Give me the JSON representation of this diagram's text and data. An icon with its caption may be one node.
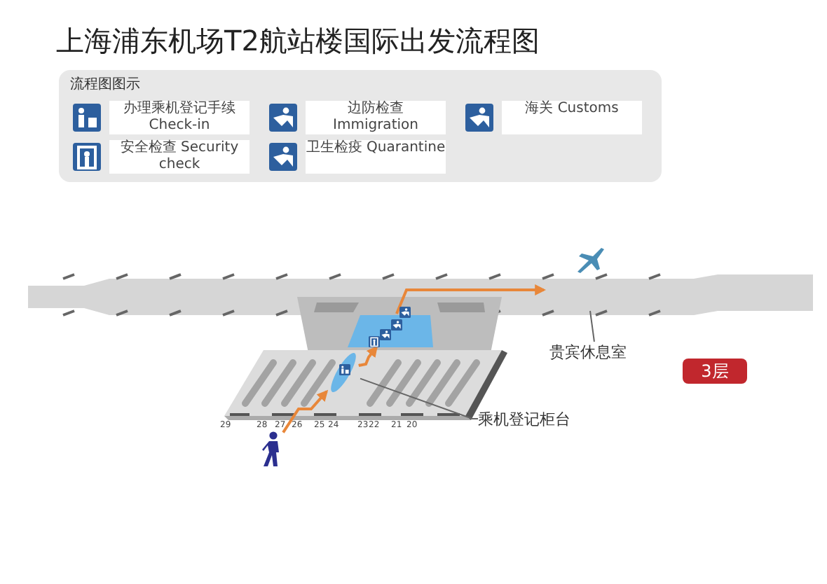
{
  "diagram": {
    "title": "上海浦东机场T2航站楼国际出发流程图",
    "nodes": [
      {
        "text": [],
        "shape": "box"
      },
      {
        "text": [
          "贵宾休息室"
        ]
      },
      {
        "text": [],
        "shape": "circle"
      },
      {
        "text": [
          "乘机登记柜台"
        ]
      },
      {
        "text": [],
        "shape": "person"
      }
    ],
    "edges": [
      {
        "from": 4,
        "to": 2,
        "arrow": "to",
        "color": "#e8873a"
      },
      {
        "from": 2,
        "to": 0,
        "arrow": "to",
        "color": "#e8873a"
      },
      {
        "from": 0,
        "to": null,
        "arrow": "to",
        "color": "#e8873a"
      },
      {
        "from": 1,
        "to": null,
        "arrow": "none",
        "color": "#666666"
      },
      {
        "from": 3,
        "to": 2,
        "arrow": "none",
        "color": "#666666"
      }
    ],
    "labels": [
      "流程图图示",
      "29",
      "28",
      "27",
      "26",
      "25",
      "24",
      "23",
      "22",
      "21",
      "20",
      "3层"
    ],
    "legend": [
      {
        "text": "办理乘机登记手续 Check-in"
      },
      {
        "text": "边防检查 Immigration"
      },
      {
        "text": "海关 Customs"
      },
      {
        "text": "安全检查 Security check"
      },
      {
        "text": "卫生检疫 Quarantine"
      }
    ]
  }
}
